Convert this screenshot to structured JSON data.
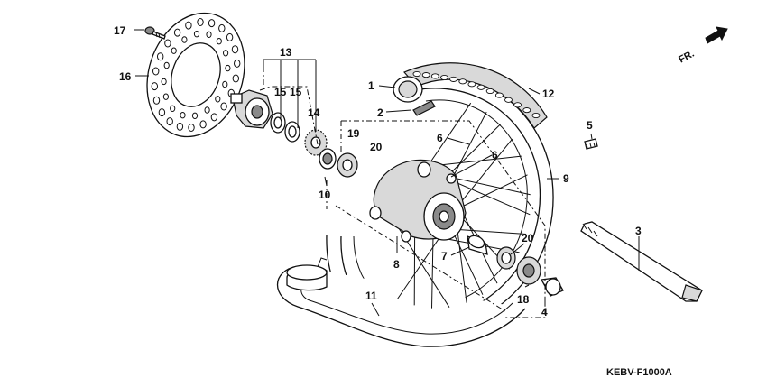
{
  "diagram": {
    "callouts": [
      {
        "id": "c17",
        "text": "17"
      },
      {
        "id": "c16",
        "text": "16"
      },
      {
        "id": "c13",
        "text": "13"
      },
      {
        "id": "c15a",
        "text": "15"
      },
      {
        "id": "c15b",
        "text": "15"
      },
      {
        "id": "c14",
        "text": "14"
      },
      {
        "id": "c19",
        "text": "19"
      },
      {
        "id": "c20a",
        "text": "20"
      },
      {
        "id": "c10",
        "text": "10"
      },
      {
        "id": "c1",
        "text": "1"
      },
      {
        "id": "c2",
        "text": "2"
      },
      {
        "id": "c6a",
        "text": "6"
      },
      {
        "id": "c6b",
        "text": "6"
      },
      {
        "id": "c12",
        "text": "12"
      },
      {
        "id": "c5",
        "text": "5"
      },
      {
        "id": "c9",
        "text": "9"
      },
      {
        "id": "c3",
        "text": "3"
      },
      {
        "id": "c20b",
        "text": "20"
      },
      {
        "id": "c7",
        "text": "7"
      },
      {
        "id": "c8",
        "text": "8"
      },
      {
        "id": "c18",
        "text": "18"
      },
      {
        "id": "c4",
        "text": "4"
      },
      {
        "id": "c11",
        "text": "11"
      }
    ],
    "direction_label": "FR.",
    "diagram_code": "KEBV-F1000A"
  }
}
